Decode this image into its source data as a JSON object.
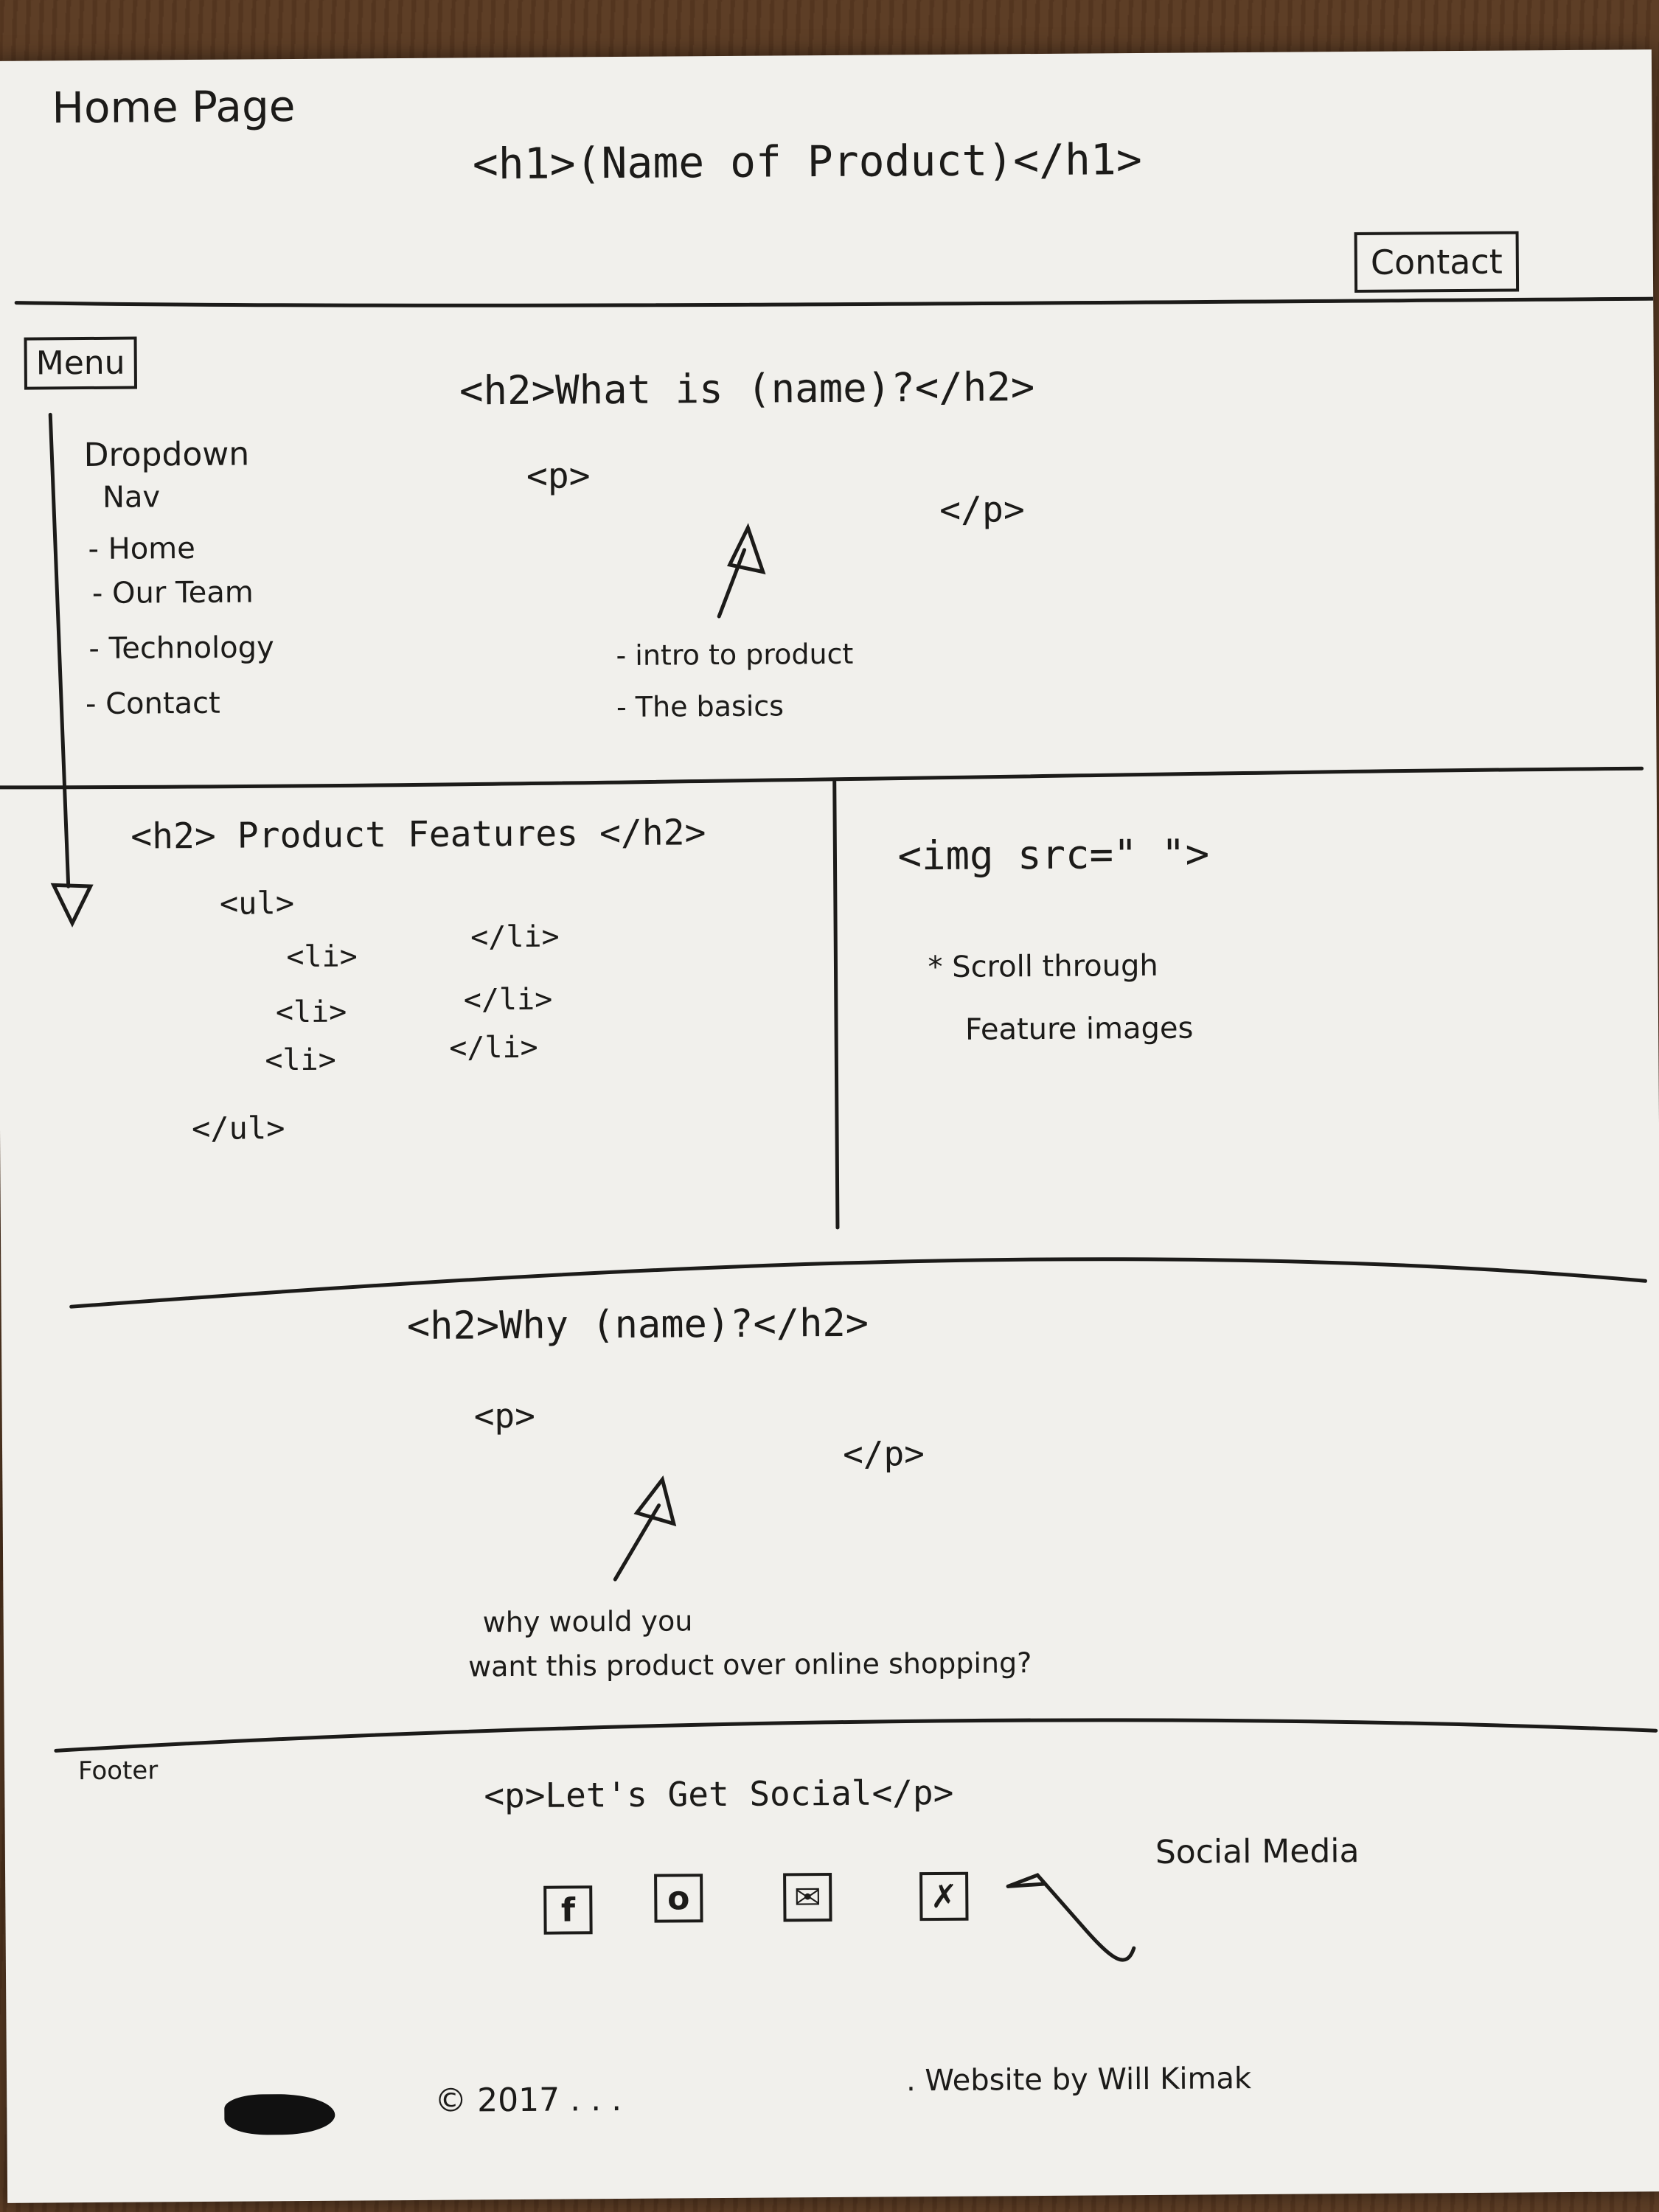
{
  "page_label": "Home Page",
  "header": {
    "title_markup": "<h1>(Name of Product)</h1>",
    "contact_button": "Contact"
  },
  "menu": {
    "label": "Menu",
    "dropdown_title_1": "Dropdown",
    "dropdown_title_2": "Nav",
    "items": [
      "- Home",
      "- Our Team",
      "- Technology",
      "- Contact"
    ]
  },
  "intro": {
    "heading": "<h2>What is (name)?</h2>",
    "p_open": "<p>",
    "p_close": "</p>",
    "notes": [
      "- intro to product",
      "- The basics"
    ]
  },
  "features": {
    "heading": "<h2> Product Features </h2>",
    "ul_open": "<ul>",
    "ul_close": "</ul>",
    "rows": [
      {
        "open": "<li>",
        "close": "</li>"
      },
      {
        "open": "<li>",
        "close": "</li>"
      },
      {
        "open": "<li>",
        "close": "</li>"
      }
    ]
  },
  "image_area": {
    "img_markup": "<img src=\" \">",
    "note_1": "* Scroll through",
    "note_2": "Feature images"
  },
  "why": {
    "heading": "<h2>Why (name)?</h2>",
    "p_open": "<p>",
    "p_close": "</p>",
    "note_1": "why would you",
    "note_2": "want this product over online shopping?"
  },
  "footer": {
    "label": "Footer",
    "social_markup": "<p>Let's Get Social</p>",
    "social_label": "Social Media",
    "icons": [
      "f",
      "o",
      "✉",
      "✗"
    ],
    "copyright": "© 2017 . . .",
    "credit": ". Website by Will Kimak"
  }
}
